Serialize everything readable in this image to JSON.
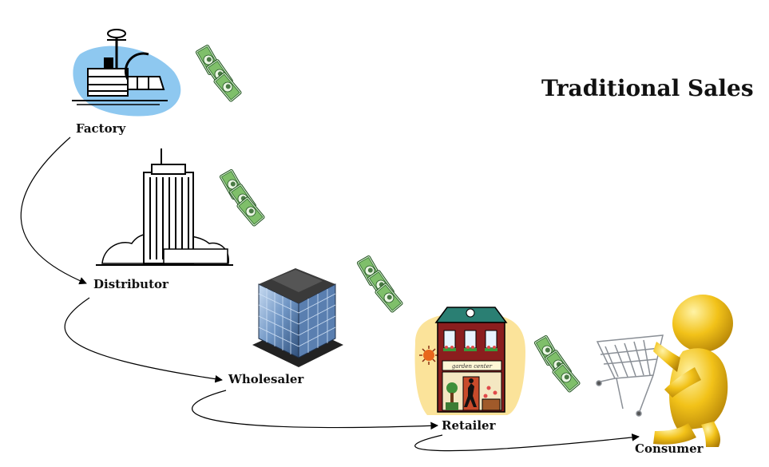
{
  "title": "Traditional Sales",
  "nodes": {
    "factory": "Factory",
    "distributor": "Distributor",
    "wholesaler": "Wholesaler",
    "retailer": "Retailer",
    "consumer": "Consumer"
  },
  "storefront_sign": "garden center",
  "icons": {
    "factory": "factory-icon",
    "distributor": "office-tower-icon",
    "wholesaler": "glass-building-icon",
    "retailer": "storefront-icon",
    "consumer": "shopper-with-cart-icon",
    "money": "dollar-bills-icon"
  },
  "colors": {
    "factory_blob": "#8ec8f0",
    "storefront_glow": "#fbe39a",
    "storefront_roof": "#2a7f73",
    "storefront_wall": "#8b1e1e",
    "money_green": "#6fae5f",
    "consumer_gold": "#f2c219",
    "text": "#111111"
  }
}
